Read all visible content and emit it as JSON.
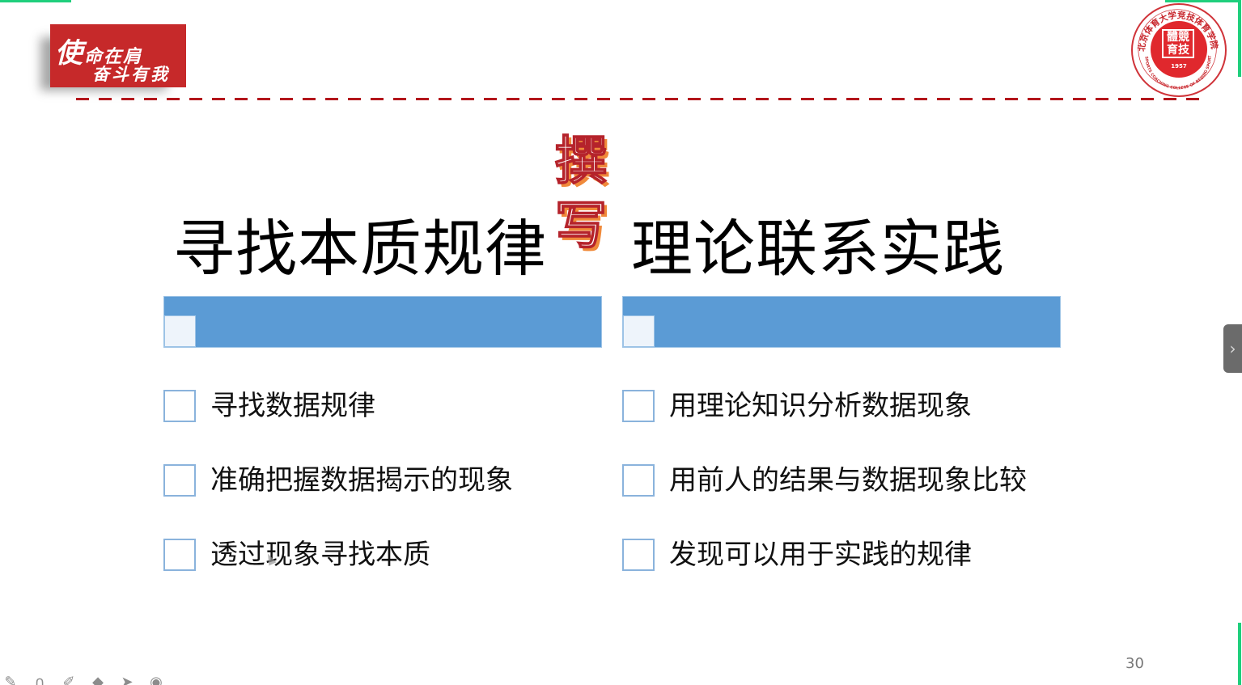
{
  "slide": {
    "banner": {
      "line1_big": "使",
      "line1": "命在肩",
      "line2": "奋斗有我"
    },
    "logo": {
      "ring_text_cn": "北京体育大学竞技体育学院",
      "ring_text_en": "SPORTS COACHING COLLEGE OF BEIJING SPORT UNIVERSITY",
      "seal": "體競\n育技",
      "year": "1957"
    },
    "title": "撰写",
    "columns": [
      {
        "heading": "寻找本质规律",
        "items": [
          {
            "label": "寻找数据规律"
          },
          {
            "label": "准确把握数据揭示的现象"
          },
          {
            "label": "透过现象寻找本质"
          }
        ]
      },
      {
        "heading": "理论联系实践",
        "items": [
          {
            "label": "用理论知识分析数据现象"
          },
          {
            "label": "用前人的结果与数据现象比较"
          },
          {
            "label": "发现可以用于实践的规律"
          }
        ]
      }
    ],
    "page_number": "30"
  },
  "viewer": {
    "next_panel_icon": "›",
    "toolbar_icons": [
      "pen-icon",
      "lasso-icon",
      "highlighter-icon",
      "eraser-icon",
      "laser-pointer-icon",
      "record-icon"
    ],
    "toolbar_glyphs": [
      "✎",
      "∩",
      "✐",
      "◆",
      "➤",
      "◉"
    ]
  },
  "colors": {
    "accent_blue": "#5b9bd5",
    "banner_red": "#c6292a",
    "dash_red": "#b3151b",
    "title_shadow_orange": "#f08a3b",
    "focus_green": "#1fcf7c"
  }
}
